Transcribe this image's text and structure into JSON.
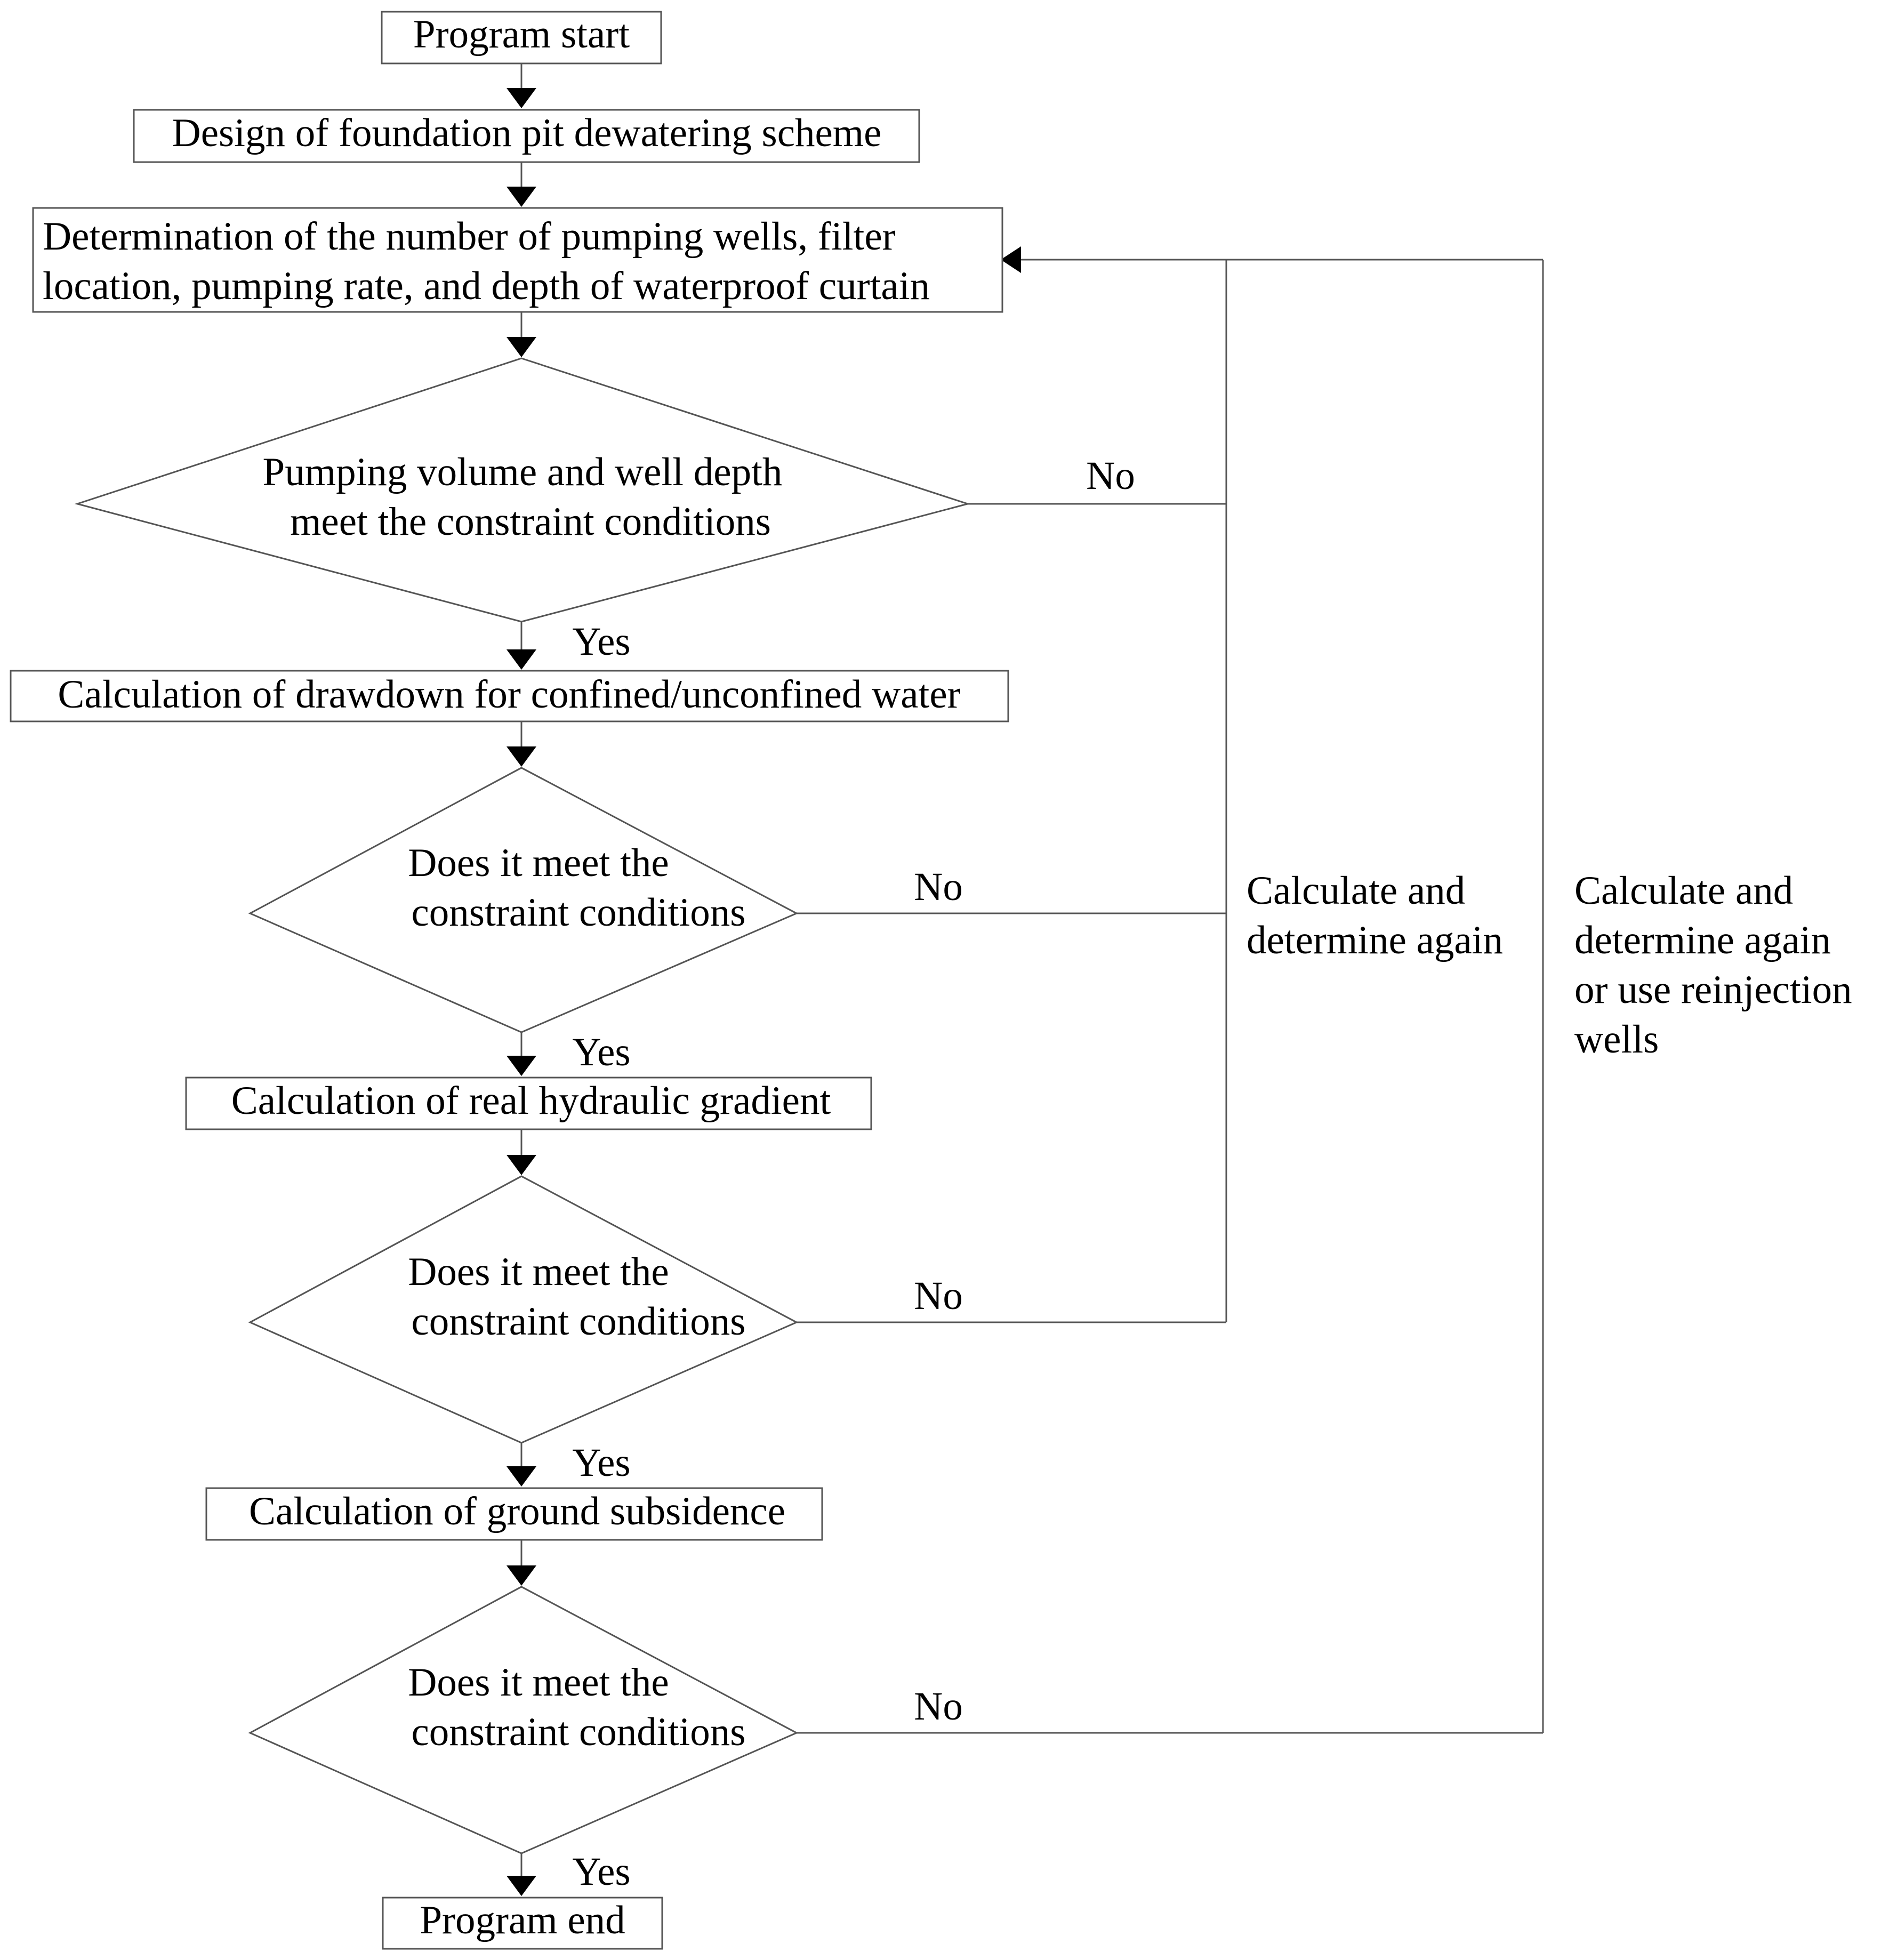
{
  "flowchart": {
    "start": "Program start",
    "design": "Design of foundation pit dewatering scheme",
    "determination": {
      "line1": "Determination of the number of pumping wells, filter",
      "line2": "location, pumping rate, and depth of waterproof curtain"
    },
    "decision1": {
      "line1": "Pumping volume and well depth",
      "line2": "meet  the constraint conditions"
    },
    "drawdown": "Calculation of  drawdown for confined/unconfined water",
    "decision2": {
      "line1": "Does it meet the",
      "line2": "constraint conditions"
    },
    "gradient": "Calculation of  real hydraulic gradient",
    "decision3": {
      "line1": "Does it meet the",
      "line2": "constraint conditions"
    },
    "subsidence": "Calculation of  ground subsidence",
    "decision4": {
      "line1": "Does it meet the",
      "line2": "constraint conditions"
    },
    "end": "Program end",
    "yes_label": "Yes",
    "no_label": "No",
    "loop1": {
      "line1": "Calculate and",
      "line2": "determine again"
    },
    "loop2": {
      "line1": "Calculate and",
      "line2": "determine again",
      "line3": "or use reinjection",
      "line4": "wells"
    }
  }
}
